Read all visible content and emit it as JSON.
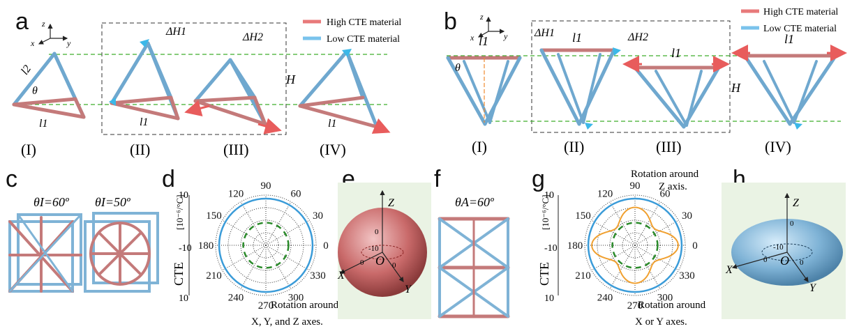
{
  "panels": {
    "a": "a",
    "b": "b",
    "c": "c",
    "d": "d",
    "e": "e",
    "f": "f",
    "g": "g",
    "h": "h"
  },
  "legend": {
    "high": "High CTE material",
    "low": "Low CTE material"
  },
  "colors": {
    "high": "#e07b7b",
    "low": "#7ab8e0",
    "green_dash": "#3fae2a",
    "orange": "#f0a030",
    "blue_circle": "#3a9bd8"
  },
  "axes_small": {
    "x": "x",
    "y": "y",
    "z": "z"
  },
  "labels_geo": {
    "dh1": "ΔH1",
    "dh2": "ΔH2",
    "H": "H",
    "l1": "l1",
    "l2": "l2",
    "theta": "θ"
  },
  "roman": {
    "i": "(I)",
    "ii": "(II)",
    "iii": "(III)",
    "iv": "(IV)"
  },
  "c_titles": {
    "t1": "θI=60º",
    "t2": "θI=50º"
  },
  "f_title": "θA=60º",
  "polar": {
    "ylabel": "CTE",
    "units": "[10⁻⁶/°C]",
    "radial_ticks": [
      "10",
      "-10",
      "10"
    ],
    "angles": [
      "90",
      "60",
      "30",
      "0",
      "330",
      "300",
      "270",
      "240",
      "210",
      "180",
      "150",
      "120"
    ],
    "d_caption_1": "Rotation around",
    "d_caption_2": "X, Y, and Z axes.",
    "g_caption_top_1": "Rotation around",
    "g_caption_top_2": "Z axis.",
    "g_caption_bot_1": "Rotation around",
    "g_caption_bot_2": "X or Y axes."
  },
  "sphere": {
    "Z": "Z",
    "X": "X",
    "Y": "Y",
    "O": "O",
    "zero": "0",
    "neg10": "-10"
  }
}
